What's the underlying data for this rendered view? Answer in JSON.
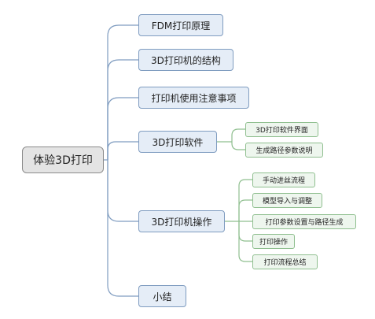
{
  "root": "体验3D打印",
  "branches": [
    "FDM打印原理",
    "3D打印机的结构",
    "打印机使用注意事项",
    "3D打印软件",
    "3D打印机操作",
    "小结"
  ],
  "software_children": [
    "3D打印软件界面",
    "生成路径参数说明"
  ],
  "operation_children": [
    "手动进丝流程",
    "模型导入与调整",
    "打印参数设置与路径生成",
    "打印操作",
    "打印流程总结"
  ],
  "colors": {
    "root_fill": "#e4e4e4",
    "branch_fill": "#e5edf7",
    "branch_border": "#7f9cc0",
    "sub_fill": "#eef6ee",
    "sub_border": "#8fbf8f"
  }
}
